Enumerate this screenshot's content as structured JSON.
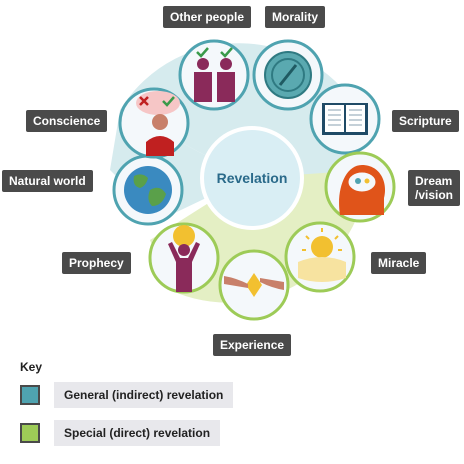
{
  "center": {
    "label": "Revelation"
  },
  "nodes": {
    "other_people": {
      "label": "Other people",
      "icon": "people-icon",
      "type": "general"
    },
    "morality": {
      "label": "Morality",
      "icon": "compass-icon",
      "type": "general"
    },
    "scripture": {
      "label": "Scripture",
      "icon": "book-icon",
      "type": "general"
    },
    "dream": {
      "label": "Dream /vision",
      "line1": "Dream",
      "line2": "/vision",
      "icon": "dreaming-head-icon",
      "type": "special"
    },
    "miracle": {
      "label": "Miracle",
      "icon": "sunburst-icon",
      "type": "special"
    },
    "experience": {
      "label": "Experience",
      "icon": "touching-hands-icon",
      "type": "special"
    },
    "prophecy": {
      "label": "Prophecy",
      "icon": "prophet-icon",
      "type": "special"
    },
    "natural_world": {
      "label": "Natural world",
      "icon": "globe-icon",
      "type": "general"
    },
    "conscience": {
      "label": "Conscience",
      "icon": "thinking-person-icon",
      "type": "general"
    }
  },
  "key": {
    "title": "Key",
    "general": {
      "label": "General (indirect) revelation",
      "color": "#4fa3b0"
    },
    "special": {
      "label": "Special (direct) revelation",
      "color": "#9dcb57"
    }
  },
  "colors": {
    "general_light": "#d6ebee",
    "special_light": "#e4efc4",
    "node_fill": "#f4f8fb",
    "label_bg": "#4a4a4a"
  }
}
